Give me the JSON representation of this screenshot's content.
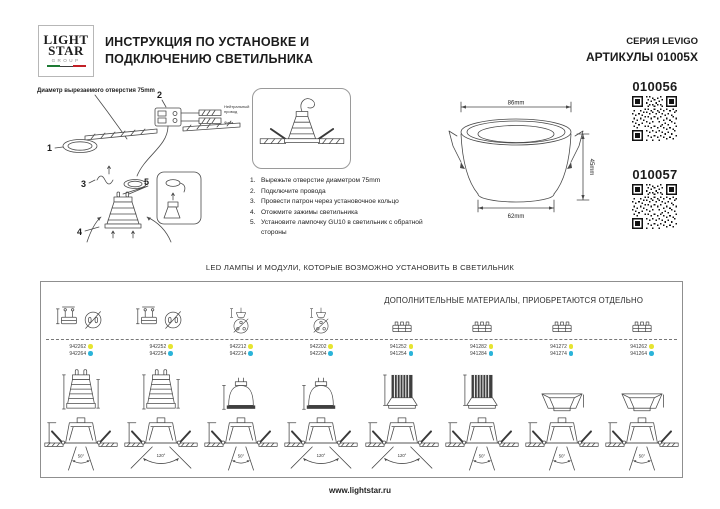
{
  "header": {
    "logo": {
      "line1": "LIGHT",
      "line2": "STAR",
      "line3": "GROUP"
    },
    "title_line1": "ИНСТРУКЦИЯ ПО УСТАНОВКЕ И",
    "title_line2": "ПОДКЛЮЧЕНИЮ СВЕТИЛЬНИКА",
    "series": "СЕРИЯ LEVIGO",
    "articles_label": "АРТИКУЛЫ 01005X"
  },
  "qr_codes": [
    {
      "code": "010056"
    },
    {
      "code": "010057"
    }
  ],
  "install": {
    "hole_label": "Диаметр вырезаемого отверстия 75mm",
    "neutral_line1": "Нейтральный",
    "neutral_line2": "провод",
    "phase_label": "Фаза",
    "callouts": [
      "1",
      "2",
      "3",
      "4",
      "5"
    ],
    "steps": [
      {
        "n": "1.",
        "text": "Вырежьте отверстие диаметром 75mm"
      },
      {
        "n": "2.",
        "text": "Подключите провода"
      },
      {
        "n": "3.",
        "text": "Провести патрон через установочное кольцо"
      },
      {
        "n": "4.",
        "text": "Отожмите зажимы светильника"
      },
      {
        "n": "5.",
        "text": "Установите лампочку GU10 в светильник с обратной стороны"
      }
    ]
  },
  "dimensions": {
    "top": "86mm",
    "side": "45mm",
    "bottom": "62mm"
  },
  "lamps_section": {
    "title": "LED ЛАМПЫ И МОДУЛИ, КОТОРЫЕ ВОЗМОЖНО УСТАНОВИТЬ В СВЕТИЛЬНИК",
    "extras_title": "ДОПОЛНИТЕЛЬНЫЕ МАТЕРИАЛЫ, ПРИОБРЕТАЮТСЯ ОТДЕЛЬНО",
    "accent_colors": {
      "yellow": "#e6e431",
      "cyan": "#2bb4d9"
    },
    "columns": [
      {
        "articles": [
          "942262",
          "942264"
        ],
        "angle": "50°"
      },
      {
        "articles": [
          "942252",
          "942254"
        ],
        "angle": "120°"
      },
      {
        "articles": [
          "942212",
          "942214"
        ],
        "angle": "50°"
      },
      {
        "articles": [
          "942202",
          "942204"
        ],
        "angle": "120°"
      },
      {
        "articles": [
          "941252",
          "941254"
        ],
        "angle": "120°"
      },
      {
        "articles": [
          "941282",
          "941284"
        ],
        "angle": "50°"
      },
      {
        "articles": [
          "941272",
          "941274"
        ],
        "angle": "50°"
      },
      {
        "articles": [
          "941262",
          "941264"
        ],
        "angle": "50°"
      }
    ]
  },
  "footer": {
    "url": "www.lightstar.ru"
  }
}
